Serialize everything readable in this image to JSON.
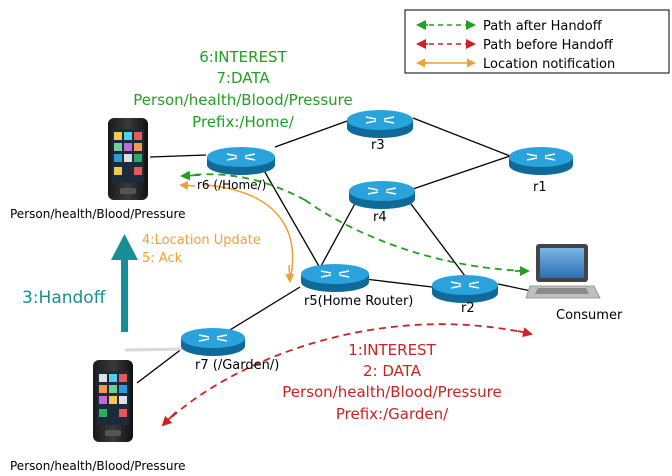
{
  "legend": {
    "after": "Path after Handoff",
    "before": "Path before Handoff",
    "notify": "Location notification"
  },
  "top_message": {
    "line1": "6:INTEREST",
    "line2": "7:DATA",
    "line3": "Person/health/Blood/Pressure",
    "line4": "Prefix:/Home/"
  },
  "bottom_message": {
    "line1": "1:INTEREST",
    "line2": "2: DATA",
    "line3": "Person/health/Blood/Pressure",
    "line4": "Prefix:/Garden/"
  },
  "location_update": {
    "line1": "4:Location Update",
    "line2": "5: Ack"
  },
  "handoff_label": "3:Handoff",
  "routers": {
    "r1": "r1",
    "r2": "r2",
    "r3": "r3",
    "r4": "r4",
    "r5": "r5(Home Router)",
    "r6": "r6 (/Home/)",
    "r7": "r7 (/Garden/)"
  },
  "device_top_label": "Person/health/Blood/Pressure",
  "device_bottom_label": "Person/health/Blood/Pressure",
  "consumer_label": "Consumer",
  "colors": {
    "green": "#22a022",
    "red": "#cc2222",
    "orange": "#f0a030",
    "teal": "#168e98",
    "router": "#1e90c8"
  }
}
